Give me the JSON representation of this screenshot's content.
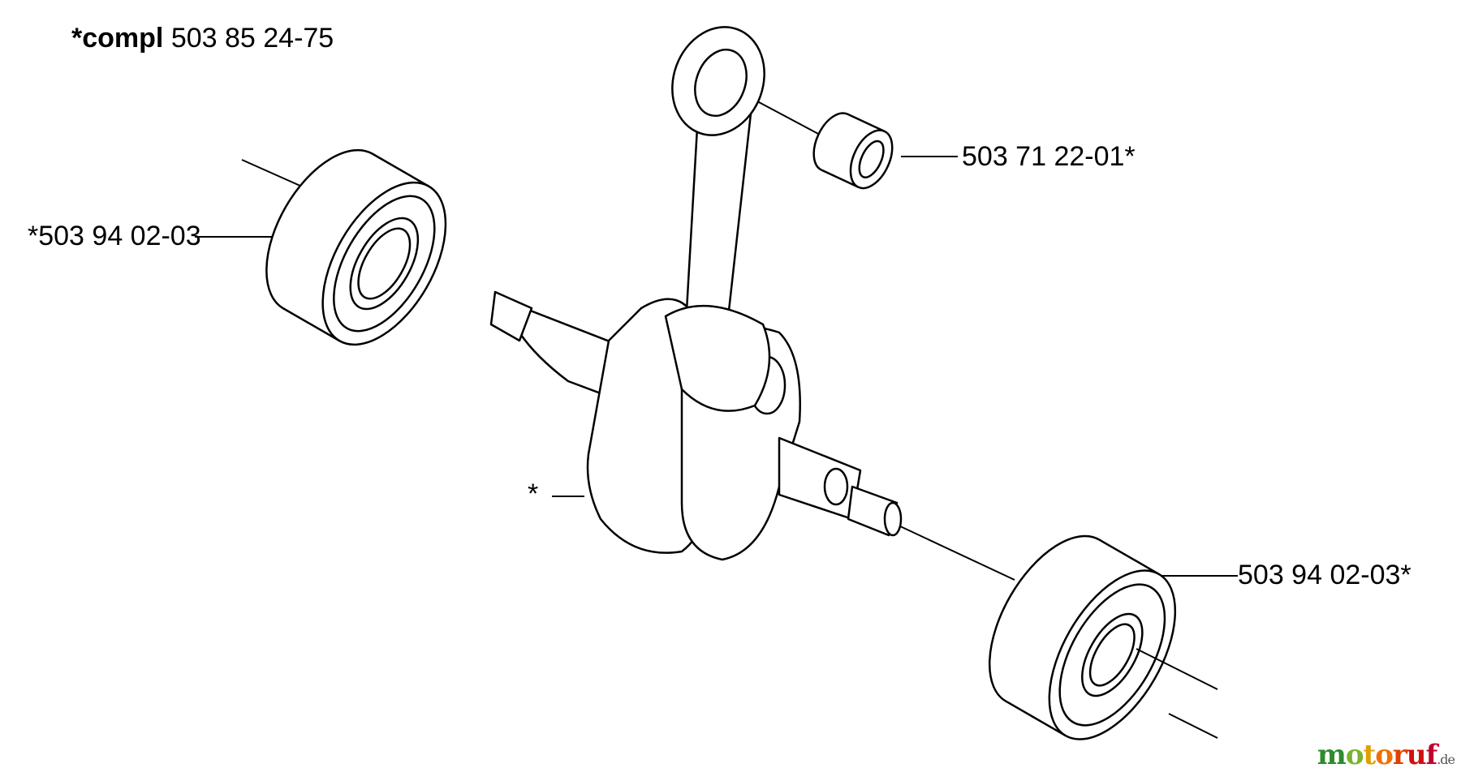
{
  "title": {
    "prefix": "*compl",
    "part_number": "503 85 24-75"
  },
  "labels": {
    "needle_bearing": "503 71 22-01*",
    "left_bearing": "*503 94 02-03",
    "crankshaft": "*",
    "right_bearing": "503 94 02-03*"
  },
  "watermark": {
    "name": "motoruf",
    "tld": ".de",
    "colors": [
      "#2e8b2e",
      "#7bb32e",
      "#e0a000",
      "#f07000",
      "#e04000",
      "#d01010",
      "#c00030"
    ]
  }
}
